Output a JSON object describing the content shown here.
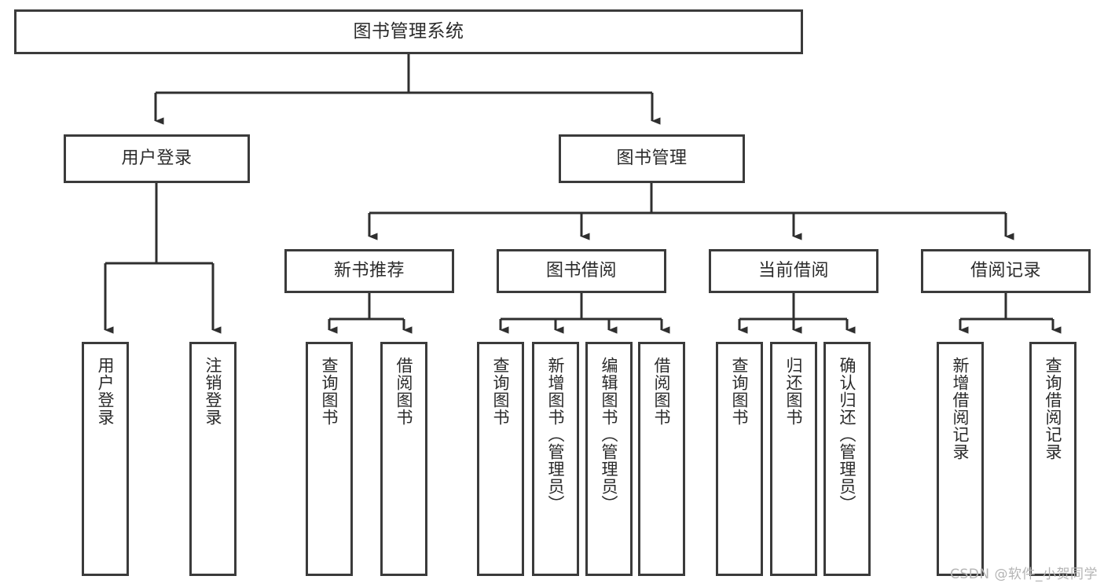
{
  "diagram": {
    "title": "图书管理系统",
    "type": "tree-hierarchy-diagram",
    "colors": {
      "box_border": "#3b3b3b",
      "box_fill": "#ffffff",
      "connector": "#2f2f2f",
      "text": "#2b2b2b",
      "watermark": "#b4b4b4",
      "background": "#ffffff"
    }
  },
  "nodes": {
    "root": {
      "label": "图书管理系统"
    },
    "level2": [
      {
        "label": "用户登录"
      },
      {
        "label": "图书管理"
      }
    ],
    "level3": [
      {
        "label": "新书推荐"
      },
      {
        "label": "图书借阅"
      },
      {
        "label": "当前借阅"
      },
      {
        "label": "借阅记录"
      }
    ],
    "leaves": {
      "user_login": [
        {
          "label": "用户登录"
        },
        {
          "label": "注销登录"
        }
      ],
      "new_book_recommend": [
        {
          "label": "查询图书"
        },
        {
          "label": "借阅图书"
        }
      ],
      "book_borrow": [
        {
          "label": "查询图书"
        },
        {
          "label": "新增图书（管理员）"
        },
        {
          "label": "编辑图书（管理员）"
        },
        {
          "label": "借阅图书"
        }
      ],
      "current_borrow": [
        {
          "label": "查询图书"
        },
        {
          "label": "归还图书"
        },
        {
          "label": "确认归还（管理员）"
        }
      ],
      "borrow_record": [
        {
          "label": "新增借阅记录"
        },
        {
          "label": "查询借阅记录"
        }
      ]
    }
  },
  "watermark": {
    "text": "CSDN @软件_小贺同学"
  }
}
